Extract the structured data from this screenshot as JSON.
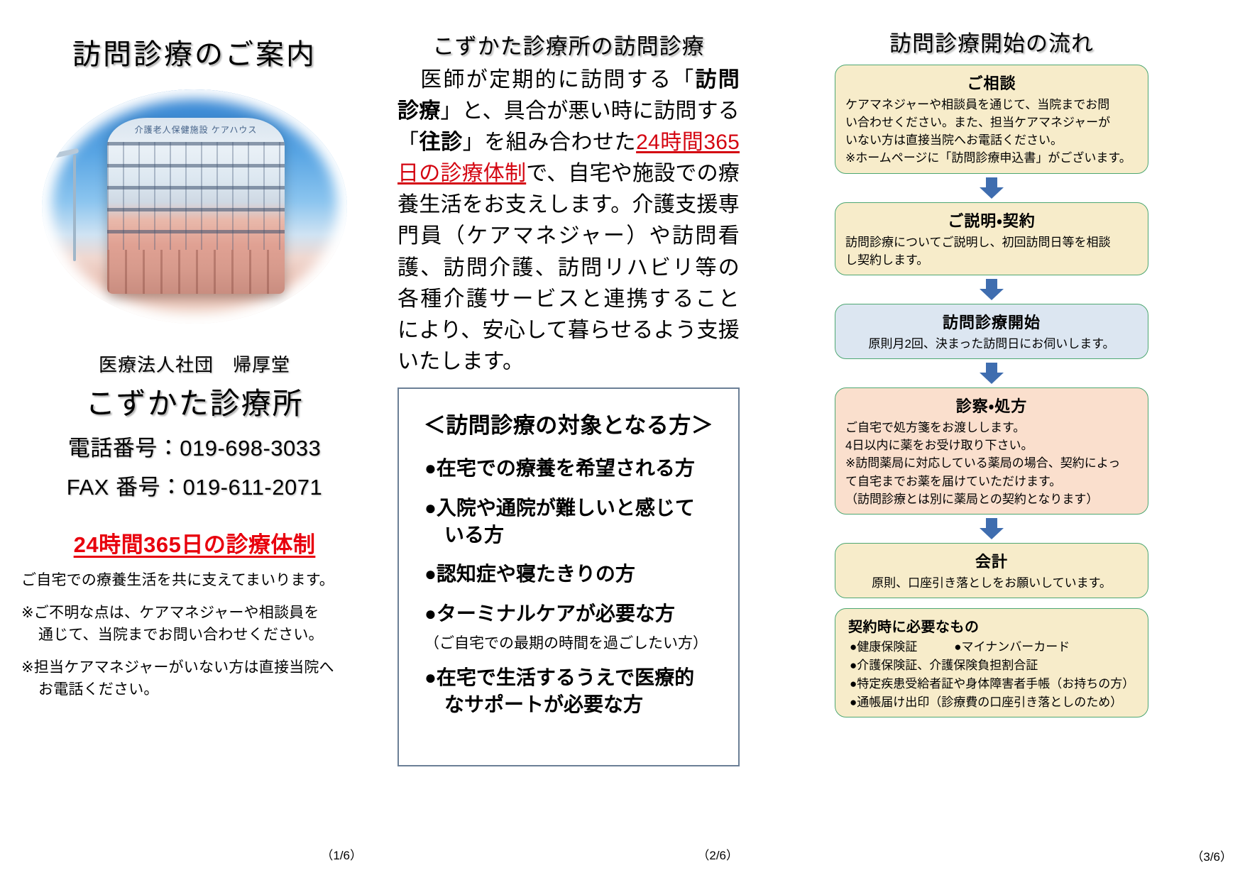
{
  "left": {
    "title": "訪問診療のご案内",
    "photo_sign": "介護老人保健施設 ケアハウス",
    "org_name": "医療法人社団　帰厚堂",
    "clinic_name": "こずかた診療所",
    "tel_line": "電話番号：019-698-3033",
    "fax_line": "FAX 番号：019-611-2071",
    "red_banner": "24時間365日の診療体制",
    "support_line": "ご自宅での療養生活を共に支えてまいります。",
    "note1_a": "※ご不明な点は、ケアマネジャーや相談員を",
    "note1_b": "通じて、当院までお問い合わせください。",
    "note2_a": "※担当ケアマネジャーがいない方は直接当院へ",
    "note2_b": "お電話ください。",
    "page_mark": "（1/6）"
  },
  "middle": {
    "title": "こずかた診療所の訪問診療",
    "body": {
      "s1": "　医師が定期的に訪問する「",
      "b1": "訪問診療",
      "s2": "」と、具合が悪い時に訪問する「",
      "b2": "往診",
      "s3": "」を組み合わせた",
      "red": "24時間365日の診療体制",
      "s4": "で、自宅や施設での療養生活をお支えします。介護支援専門員（ケアマネジャー）や訪問看護、訪問介護、訪問リハビリ等の各種介護サービスと連携することにより、安心して暮らせるよう支援いたします。"
    },
    "box_title": "＜訪問診療の対象となる方＞",
    "items": [
      {
        "main": "●在宅での療養を希望される方",
        "cont": "",
        "sub": ""
      },
      {
        "main": "●入院や通院が難しいと感じて",
        "cont": "いる方",
        "sub": ""
      },
      {
        "main": "●認知症や寝たきりの方",
        "cont": "",
        "sub": ""
      },
      {
        "main": "●ターミナルケアが必要な方",
        "cont": "",
        "sub": "（ご自宅での最期の時間を過ごしたい方）"
      },
      {
        "main": "●在宅で生活するうえで医療的",
        "cont": "なサポートが必要な方",
        "sub": ""
      }
    ],
    "page_mark": "（2/6）"
  },
  "right": {
    "title": "訪問診療開始の流れ",
    "steps": [
      {
        "head": "ご相談",
        "fill": "cream",
        "lines": [
          "ケアマネジャーや相談員を通じて、当院までお問",
          "い合わせください。また、担当ケアマネジャーが",
          "いない方は直接当院へお電話ください。",
          "※ホームページに「訪問診療申込書」がございます。"
        ],
        "center": false
      },
      {
        "head": "ご説明・契約",
        "fill": "cream",
        "lines": [
          "訪問診療についてご説明し、初回訪問日等を相談",
          "し契約します。"
        ],
        "center": false
      },
      {
        "head": "訪問診療開始",
        "fill": "blue",
        "lines": [
          "原則月2回、決まった訪問日にお伺いします。"
        ],
        "center": true
      },
      {
        "head": "診察・処方",
        "fill": "peach",
        "lines": [
          "ご自宅で処方箋をお渡しします。",
          "4日以内に薬をお受け取り下さい。",
          "※訪問薬局に対応している薬局の場合、契約によっ",
          "て自宅までお薬を届けていただけます。",
          "（訪問診療とは別に薬局との契約となります）"
        ],
        "center": false
      },
      {
        "head": "会計",
        "fill": "cream",
        "lines": [
          "原則、口座引き落としをお願いしています。"
        ],
        "center": true
      }
    ],
    "needs": {
      "head": "契約時に必要なもの",
      "row1_left": "●健康保険証",
      "row1_right": "●マイナンバーカード",
      "row2": "●介護保険証、介護保険負担割合証",
      "row3": "●特定疾患受給者証や身体障害者手帳（お持ちの方）",
      "row4": "●通帳届け出印（診療費の口座引き落としのため）"
    },
    "page_mark": "（3/6）"
  },
  "colors": {
    "red": "#e8000d",
    "box_border": "#6b7f96",
    "flow_border": "#4ea772",
    "cream": "#f7ecca",
    "blue": "#dce6f1",
    "peach": "#fadfcd",
    "arrow": "#3f6daf"
  }
}
